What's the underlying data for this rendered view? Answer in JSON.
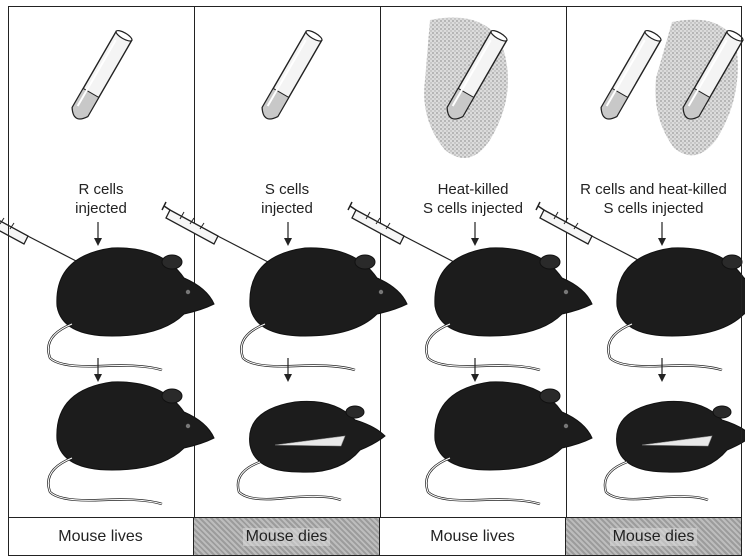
{
  "panels": [
    {
      "caption": "R cells\ninjected",
      "outcome": "Mouse lives",
      "result": "lives",
      "tubes": [
        "clear"
      ]
    },
    {
      "caption": "S cells\ninjected",
      "outcome": "Mouse dies",
      "result": "dies",
      "tubes": [
        "clear"
      ]
    },
    {
      "caption": "Heat-killed\nS cells injected",
      "outcome": "Mouse lives",
      "result": "lives",
      "tubes": [
        "heated"
      ]
    },
    {
      "caption": "R cells and heat-killed\nS cells injected",
      "outcome": "Mouse dies",
      "result": "dies",
      "tubes": [
        "clear",
        "heated"
      ]
    }
  ],
  "colors": {
    "line": "#222222",
    "mouse": "#1c1c1c",
    "shade": "#a8a8a8"
  },
  "icons": {
    "tube": "test-tube-icon",
    "syringe": "syringe-icon",
    "arrow": "down-arrow-icon",
    "mouse": "mouse-icon"
  }
}
